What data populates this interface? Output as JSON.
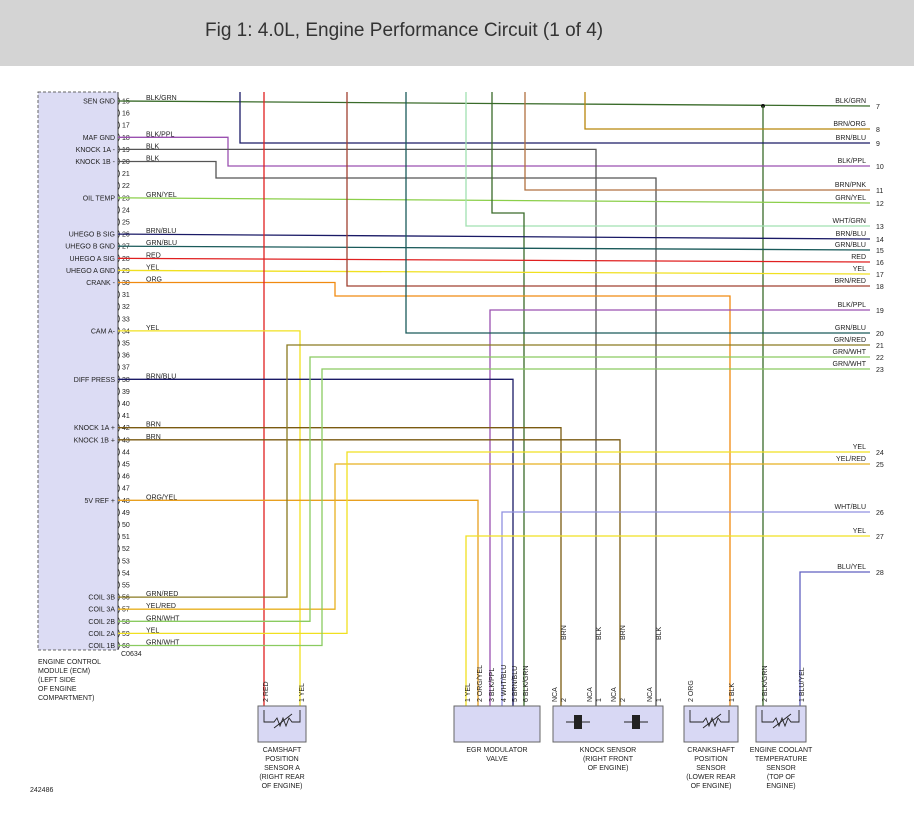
{
  "title": "Fig 1: 4.0L, Engine Performance Circuit (1 of 4)",
  "figure_id": "242486",
  "connector_label": "C0634",
  "ecm_caption": [
    "ENGINE CONTROL",
    "MODULE (ECM)",
    "(LEFT SIDE",
    "OF ENGINE",
    "COMPARTMENT)"
  ],
  "colors": {
    "BLK/GRN": "#3a6b2a",
    "GRN/YEL": "#8bcf4a",
    "BRN/BLU": "#1a1a66",
    "GRN/BLU": "#1a5a5a",
    "RED": "#e02020",
    "YEL": "#f0e020",
    "ORG": "#f08a10",
    "BRN": "#7a5a10",
    "ORG/YEL": "#e8a020",
    "GRN/RED": "#8a7a20",
    "YEL/RED": "#e8b020",
    "GRN/WHT": "#8acb60",
    "BLK": "#555555",
    "BLK/PPL": "#9a50b0",
    "BRN/ORG": "#b8860b",
    "BRN/PNK": "#b07040",
    "WHT/GRN": "#a0e0b0",
    "BRN/RED": "#a04030",
    "WHT/BLU": "#9090e0",
    "BLU/YEL": "#6060c0"
  },
  "ecm_pins": [
    {
      "pin": "15",
      "label": "SEN GND",
      "wire": "BLK/GRN"
    },
    {
      "pin": "16",
      "label": "",
      "wire": ""
    },
    {
      "pin": "17",
      "label": "",
      "wire": ""
    },
    {
      "pin": "18",
      "label": "MAF GND",
      "wire": "BLK/PPL"
    },
    {
      "pin": "19",
      "label": "KNOCK 1A -",
      "wire": "BLK"
    },
    {
      "pin": "20",
      "label": "KNOCK 1B -",
      "wire": "BLK"
    },
    {
      "pin": "21",
      "label": "",
      "wire": ""
    },
    {
      "pin": "22",
      "label": "",
      "wire": ""
    },
    {
      "pin": "23",
      "label": "OIL TEMP",
      "wire": "GRN/YEL"
    },
    {
      "pin": "24",
      "label": "",
      "wire": ""
    },
    {
      "pin": "25",
      "label": "",
      "wire": ""
    },
    {
      "pin": "26",
      "label": "UHEGO B SIG",
      "wire": "BRN/BLU"
    },
    {
      "pin": "27",
      "label": "UHEGO B GND",
      "wire": "GRN/BLU"
    },
    {
      "pin": "28",
      "label": "UHEGO A SIG",
      "wire": "RED"
    },
    {
      "pin": "29",
      "label": "UHEGO A GND",
      "wire": "YEL"
    },
    {
      "pin": "30",
      "label": "CRANK -",
      "wire": "ORG"
    },
    {
      "pin": "31",
      "label": "",
      "wire": ""
    },
    {
      "pin": "32",
      "label": "",
      "wire": ""
    },
    {
      "pin": "33",
      "label": "",
      "wire": ""
    },
    {
      "pin": "34",
      "label": "CAM A-",
      "wire": "YEL"
    },
    {
      "pin": "35",
      "label": "",
      "wire": ""
    },
    {
      "pin": "36",
      "label": "",
      "wire": ""
    },
    {
      "pin": "37",
      "label": "",
      "wire": ""
    },
    {
      "pin": "38",
      "label": "DIFF PRESS",
      "wire": "BRN/BLU"
    },
    {
      "pin": "39",
      "label": "",
      "wire": ""
    },
    {
      "pin": "40",
      "label": "",
      "wire": ""
    },
    {
      "pin": "41",
      "label": "",
      "wire": ""
    },
    {
      "pin": "42",
      "label": "KNOCK 1A +",
      "wire": "BRN"
    },
    {
      "pin": "43",
      "label": "KNOCK 1B +",
      "wire": "BRN"
    },
    {
      "pin": "44",
      "label": "",
      "wire": ""
    },
    {
      "pin": "45",
      "label": "",
      "wire": ""
    },
    {
      "pin": "46",
      "label": "",
      "wire": ""
    },
    {
      "pin": "47",
      "label": "",
      "wire": ""
    },
    {
      "pin": "48",
      "label": "5V REF +",
      "wire": "ORG/YEL"
    },
    {
      "pin": "49",
      "label": "",
      "wire": ""
    },
    {
      "pin": "50",
      "label": "",
      "wire": ""
    },
    {
      "pin": "51",
      "label": "",
      "wire": ""
    },
    {
      "pin": "52",
      "label": "",
      "wire": ""
    },
    {
      "pin": "53",
      "label": "",
      "wire": ""
    },
    {
      "pin": "54",
      "label": "",
      "wire": ""
    },
    {
      "pin": "55",
      "label": "",
      "wire": ""
    },
    {
      "pin": "56",
      "label": "COIL 3B",
      "wire": "GRN/RED"
    },
    {
      "pin": "57",
      "label": "COIL 3A",
      "wire": "YEL/RED"
    },
    {
      "pin": "58",
      "label": "COIL 2B",
      "wire": "GRN/WHT"
    },
    {
      "pin": "59",
      "label": "COIL 2A",
      "wire": "YEL"
    },
    {
      "pin": "60",
      "label": "COIL 1B",
      "wire": "GRN/WHT"
    }
  ],
  "right_terminals": [
    {
      "num": "7",
      "wire": "BLK/GRN"
    },
    {
      "num": "8",
      "wire": "BRN/ORG"
    },
    {
      "num": "9",
      "wire": "BRN/BLU"
    },
    {
      "num": "10",
      "wire": "BLK/PPL"
    },
    {
      "num": "11",
      "wire": "BRN/PNK"
    },
    {
      "num": "12",
      "wire": "GRN/YEL"
    },
    {
      "num": "13",
      "wire": "WHT/GRN"
    },
    {
      "num": "14",
      "wire": "BRN/BLU"
    },
    {
      "num": "15",
      "wire": "GRN/BLU"
    },
    {
      "num": "16",
      "wire": "RED"
    },
    {
      "num": "17",
      "wire": "YEL"
    },
    {
      "num": "18",
      "wire": "BRN/RED"
    },
    {
      "num": "19",
      "wire": "BLK/PPL"
    },
    {
      "num": "20",
      "wire": "GRN/BLU"
    },
    {
      "num": "21",
      "wire": "GRN/RED"
    },
    {
      "num": "22",
      "wire": "GRN/WHT"
    },
    {
      "num": "23",
      "wire": "GRN/WHT"
    },
    {
      "num": "24",
      "wire": "YEL"
    },
    {
      "num": "25",
      "wire": "YEL/RED"
    },
    {
      "num": "26",
      "wire": "WHT/BLU"
    },
    {
      "num": "27",
      "wire": "YEL"
    },
    {
      "num": "28",
      "wire": "BLU/YEL"
    }
  ],
  "components": [
    {
      "id": "camshaft",
      "caption": [
        "CAMSHAFT",
        "POSITION",
        "SENSOR A",
        "(RIGHT REAR",
        "OF ENGINE)"
      ],
      "pins": [
        {
          "n": "2",
          "wire": "RED"
        },
        {
          "n": "1",
          "wire": "YEL"
        }
      ]
    },
    {
      "id": "egr",
      "caption": [
        "EGR MODULATOR",
        "VALVE"
      ],
      "pins": [
        {
          "n": "1",
          "wire": "YEL"
        },
        {
          "n": "2",
          "wire": "ORG/YEL"
        },
        {
          "n": "3",
          "wire": "BLK/PPL"
        },
        {
          "n": "4",
          "wire": "WHT/BLU"
        },
        {
          "n": "5",
          "wire": "BRN/BLU"
        },
        {
          "n": "6",
          "wire": "BLK/GRN"
        }
      ]
    },
    {
      "id": "knock",
      "caption": [
        "KNOCK SENSOR",
        "(RIGHT FRONT",
        "OF ENGINE)"
      ],
      "pins": [
        {
          "n": "NCA",
          "wire": ""
        },
        {
          "n": "2",
          "wire": "BRN"
        },
        {
          "n": "NCA",
          "wire": ""
        },
        {
          "n": "1",
          "wire": "BLK"
        },
        {
          "n": "NCA",
          "wire": ""
        },
        {
          "n": "2",
          "wire": "BRN"
        },
        {
          "n": "NCA",
          "wire": ""
        },
        {
          "n": "1",
          "wire": "BLK"
        }
      ]
    },
    {
      "id": "crankshaft",
      "caption": [
        "CRANKSHAFT",
        "POSITION",
        "SENSOR",
        "(LOWER REAR",
        "OF ENGINE)"
      ],
      "pins": [
        {
          "n": "2",
          "wire": "ORG"
        },
        {
          "n": "1",
          "wire": "BLK"
        }
      ]
    },
    {
      "id": "ect",
      "caption": [
        "ENGINE COOLANT",
        "TEMPERATURE",
        "SENSOR",
        "(TOP OF",
        "ENGINE)"
      ],
      "pins": [
        {
          "n": "2",
          "wire": "BLK/GRN"
        },
        {
          "n": "1",
          "wire": "BLU/YEL"
        }
      ]
    }
  ]
}
